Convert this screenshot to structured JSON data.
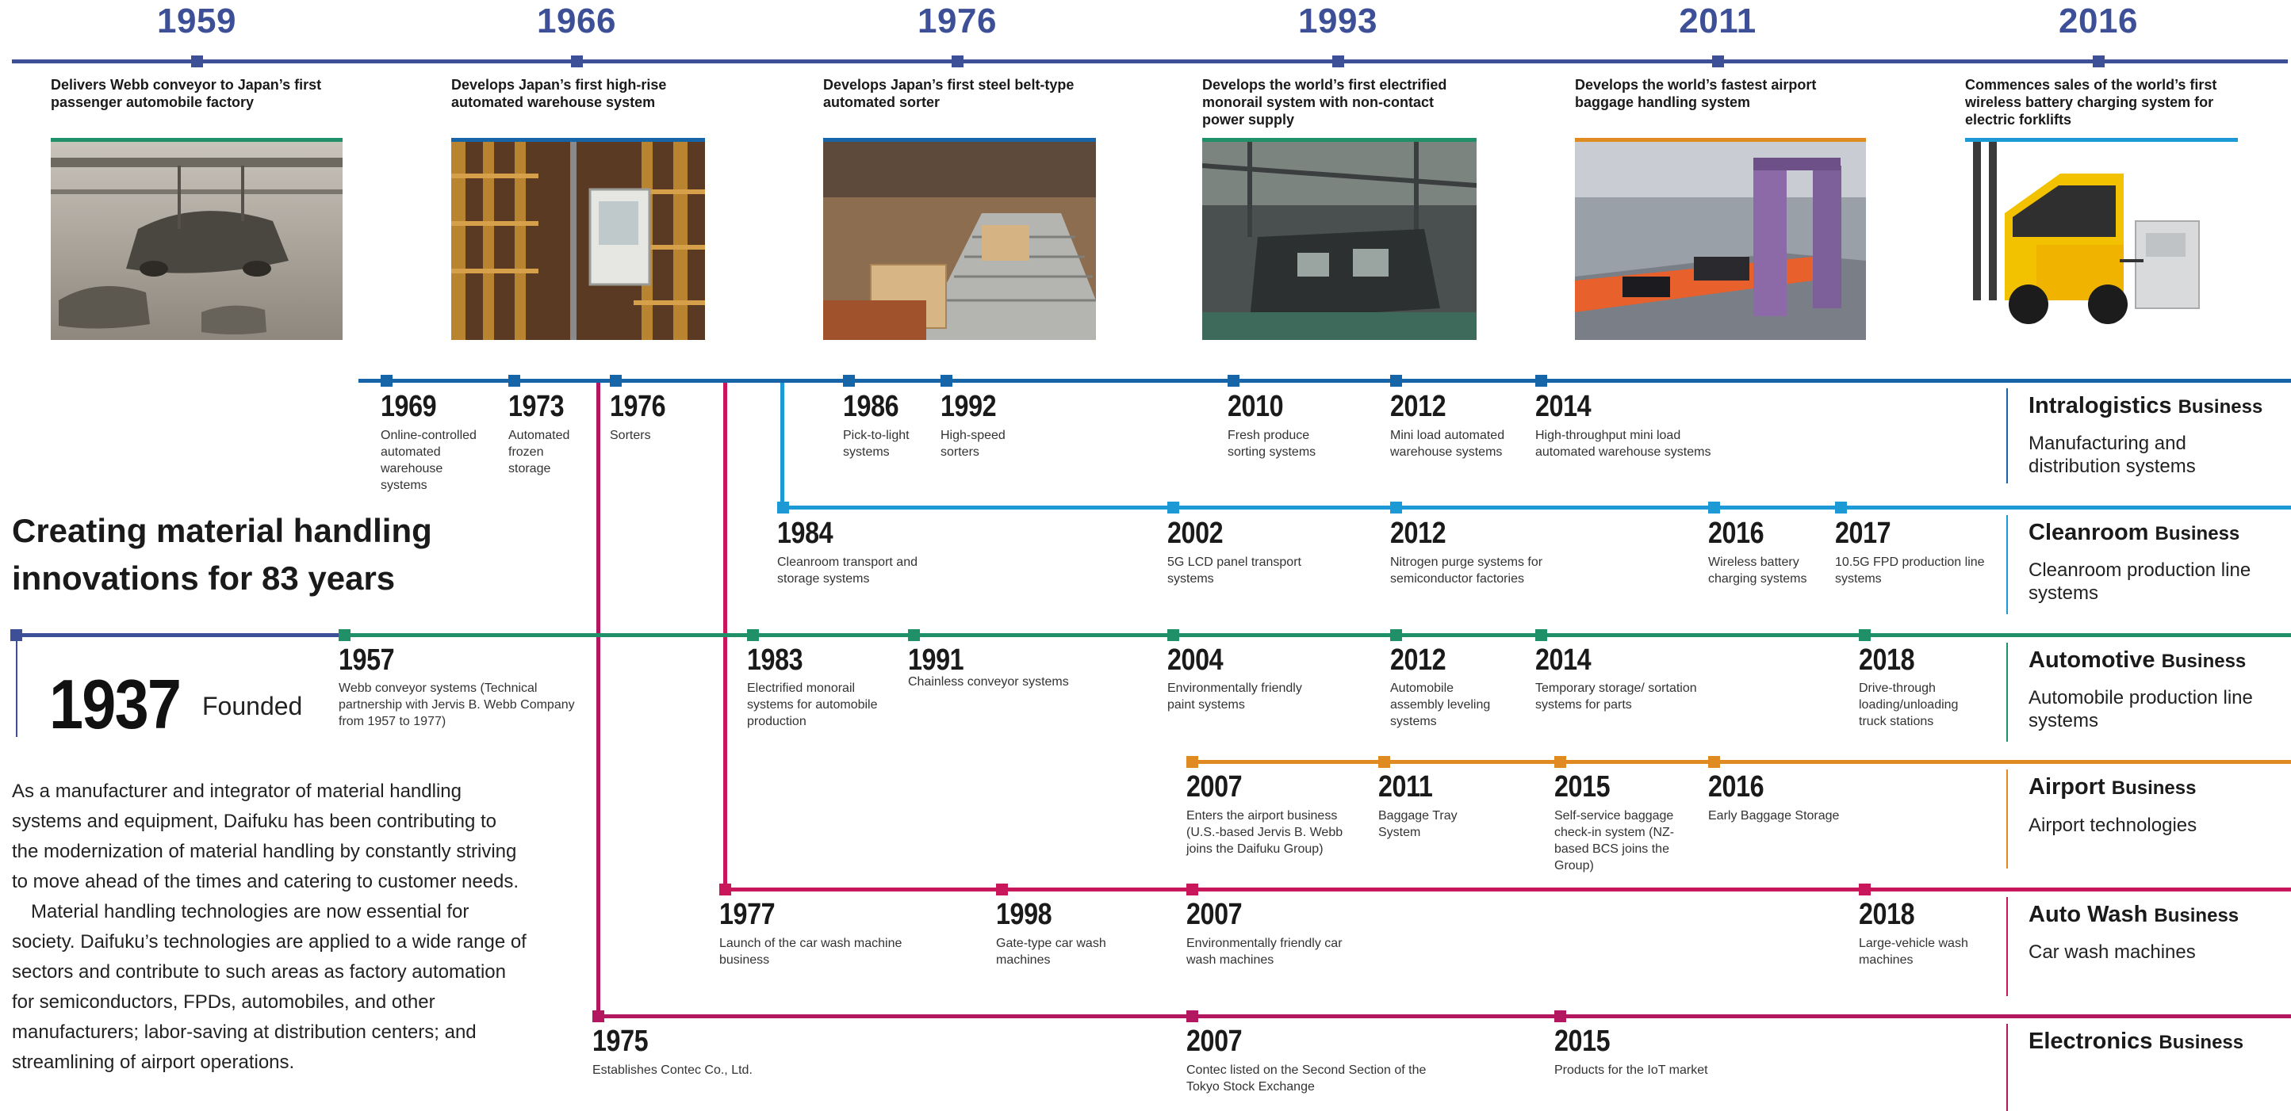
{
  "colors": {
    "navy": "#3d4f97",
    "intralogistics": "#1565a8",
    "cleanroom": "#1d9ad6",
    "automotive": "#1f9068",
    "airport": "#e08b22",
    "autowash": "#c8175a",
    "electronics": "#b3175f"
  },
  "highlights": [
    {
      "year": "1959",
      "caption": "Delivers Webb conveyor to Japan’s first passenger automobile factory",
      "photo_icon": "car-factory-photo",
      "border": "#1f9068"
    },
    {
      "year": "1966",
      "caption": "Develops Japan’s first high-rise automated warehouse system",
      "photo_icon": "warehouse-photo",
      "border": "#1565a8"
    },
    {
      "year": "1976",
      "caption": "Develops Japan’s first steel belt-type automated sorter",
      "photo_icon": "sorter-photo",
      "border": "#1565a8"
    },
    {
      "year": "1993",
      "caption": "Develops the world’s first electrified monorail system with non-contact power supply",
      "photo_icon": "monorail-photo",
      "border": "#1f9068"
    },
    {
      "year": "2011",
      "caption": "Develops the world’s fastest airport baggage handling system",
      "photo_icon": "baggage-photo",
      "border": "#e08b22"
    },
    {
      "year": "2016",
      "caption": "Commences sales of the world’s first wireless battery charging system for electric forklifts",
      "photo_icon": "forklift-photo",
      "border": "#1d9ad6"
    }
  ],
  "heading": "Creating material handling innovations for 83 years",
  "founded": {
    "year": "1937",
    "label": "Founded"
  },
  "intro": [
    "As a manufacturer and integrator of material handling systems and equipment, Daifuku has been contributing to the modernization of material handling by constantly striving to move ahead of the times and catering to customer needs.",
    "Material handling technologies are now essential for society. Daifuku’s technologies are applied to a wide range of sectors and contribute to such areas as factory automation for semiconductors, FPDs, automobiles, and other manufacturers; labor-saving at distribution centers; and streamlining of airport operations."
  ],
  "businesses": [
    {
      "id": "intralogistics",
      "name": "Intralogistics",
      "suffix": "Business",
      "sub": "Manufacturing and distribution systems",
      "events": [
        {
          "year": "1969",
          "text": "Online-controlled automated warehouse systems"
        },
        {
          "year": "1973",
          "text": "Automated frozen storage"
        },
        {
          "year": "1976",
          "text": "Sorters"
        },
        {
          "year": "1986",
          "text": "Pick-to-light systems"
        },
        {
          "year": "1992",
          "text": "High-speed sorters"
        },
        {
          "year": "2010",
          "text": "Fresh produce sorting systems"
        },
        {
          "year": "2012",
          "text": "Mini load automated warehouse systems"
        },
        {
          "year": "2014",
          "text": "High-throughput mini load automated warehouse systems"
        }
      ]
    },
    {
      "id": "cleanroom",
      "name": "Cleanroom",
      "suffix": "Business",
      "sub": "Cleanroom production line systems",
      "events": [
        {
          "year": "1984",
          "text": "Cleanroom transport and storage systems"
        },
        {
          "year": "2002",
          "text": "5G LCD panel transport systems"
        },
        {
          "year": "2012",
          "text": "Nitrogen purge systems for semiconductor factories"
        },
        {
          "year": "2016",
          "text": "Wireless battery charging systems"
        },
        {
          "year": "2017",
          "text": "10.5G FPD production line systems"
        }
      ]
    },
    {
      "id": "automotive",
      "name": "Automotive",
      "suffix": "Business",
      "sub": "Automobile production line systems",
      "events": [
        {
          "year": "1957",
          "text": "Webb conveyor systems (Technical partnership with Jervis B. Webb Company from 1957 to 1977)"
        },
        {
          "year": "1983",
          "text": "Electrified monorail systems for automobile production"
        },
        {
          "year": "1991",
          "text": "Chainless conveyor systems"
        },
        {
          "year": "2004",
          "text": "Environmentally friendly paint systems"
        },
        {
          "year": "2012",
          "text": "Automobile assembly leveling systems"
        },
        {
          "year": "2014",
          "text": "Temporary storage/ sortation systems for parts"
        },
        {
          "year": "2018",
          "text": "Drive-through loading/unloading truck stations"
        }
      ]
    },
    {
      "id": "airport",
      "name": "Airport",
      "suffix": "Business",
      "sub": "Airport technologies",
      "events": [
        {
          "year": "2007",
          "text": "Enters the airport business (U.S.-based Jervis B. Webb joins the Daifuku Group)"
        },
        {
          "year": "2011",
          "text": "Baggage Tray System"
        },
        {
          "year": "2015",
          "text": "Self-service baggage check-in system (NZ-based BCS joins the Group)"
        },
        {
          "year": "2016",
          "text": "Early Baggage Storage"
        }
      ]
    },
    {
      "id": "autowash",
      "name": "Auto Wash",
      "suffix": "Business",
      "sub": "Car wash machines",
      "events": [
        {
          "year": "1977",
          "text": "Launch of the car wash machine business"
        },
        {
          "year": "1998",
          "text": "Gate-type car wash machines"
        },
        {
          "year": "2007",
          "text": "Environmentally friendly car wash machines"
        },
        {
          "year": "2018",
          "text": "Large-vehicle wash machines"
        }
      ]
    },
    {
      "id": "electronics",
      "name": "Electronics",
      "suffix": "Business",
      "sub": "",
      "events": [
        {
          "year": "1975",
          "text": "Establishes Contec Co., Ltd."
        },
        {
          "year": "2007",
          "text": "Contec listed on the Second Section of the Tokyo Stock Exchange"
        },
        {
          "year": "2015",
          "text": "Products for the IoT market"
        }
      ]
    }
  ]
}
